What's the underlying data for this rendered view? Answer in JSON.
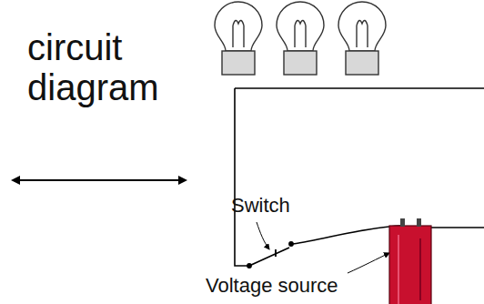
{
  "diagram": {
    "labels": [
      "circuit diagram",
      "Switch",
      "Voltage source"
    ]
  }
}
